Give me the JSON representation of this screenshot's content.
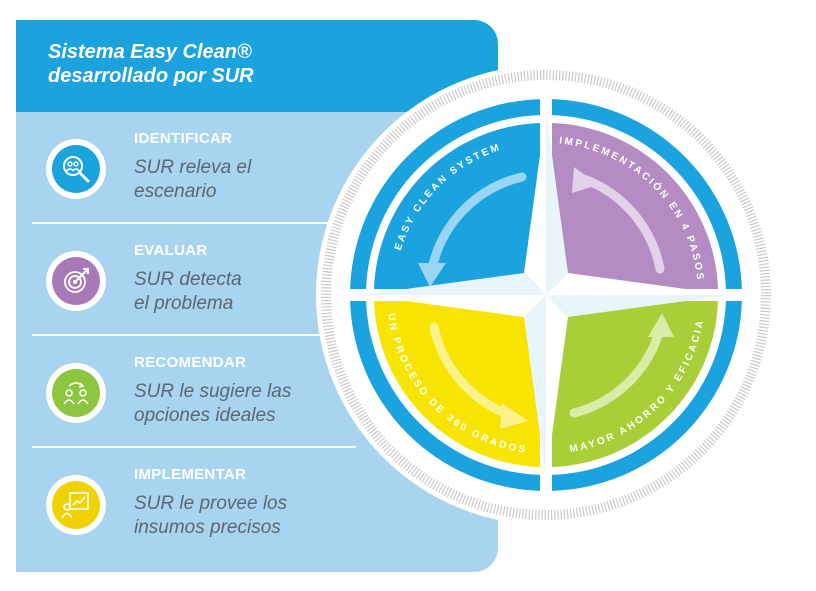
{
  "header": {
    "title_line1": "Sistema Easy Clean®",
    "title_line2": "desarrollado por SUR"
  },
  "steps": [
    {
      "title": "IDENTIFICAR",
      "desc_line1": "SUR releva el",
      "desc_line2": "escenario",
      "icon": "people-magnifier-icon",
      "color": "#1aa3df"
    },
    {
      "title": "EVALUAR",
      "desc_line1": "SUR detecta",
      "desc_line2": "el problema",
      "icon": "target-arrow-icon",
      "color": "#a879b9"
    },
    {
      "title": "RECOMENDAR",
      "desc_line1": "SUR le sugiere las",
      "desc_line2": "opciones ideales",
      "icon": "people-cycle-icon",
      "color": "#8cc63f"
    },
    {
      "title": "IMPLEMENTAR",
      "desc_line1": "SUR le provee los",
      "desc_line2": "insumos precisos",
      "icon": "presentation-chart-icon",
      "color": "#f2d100"
    }
  ],
  "wheel": {
    "labels": {
      "top_left": "EASY CLEAN SYSTEM",
      "top_right": "IMPLEMENTACIÓN EN 4 PASOS",
      "bottom_left": "UN PROCESO DE 360 GRADOS",
      "bottom_right": "MAYOR AHORRO Y EFICACIA"
    },
    "colors": {
      "blue": "#1aa3df",
      "purple": "#b48bc3",
      "yellow": "#f7e400",
      "green": "#a9cf38",
      "ring": "#1aa3df"
    }
  }
}
